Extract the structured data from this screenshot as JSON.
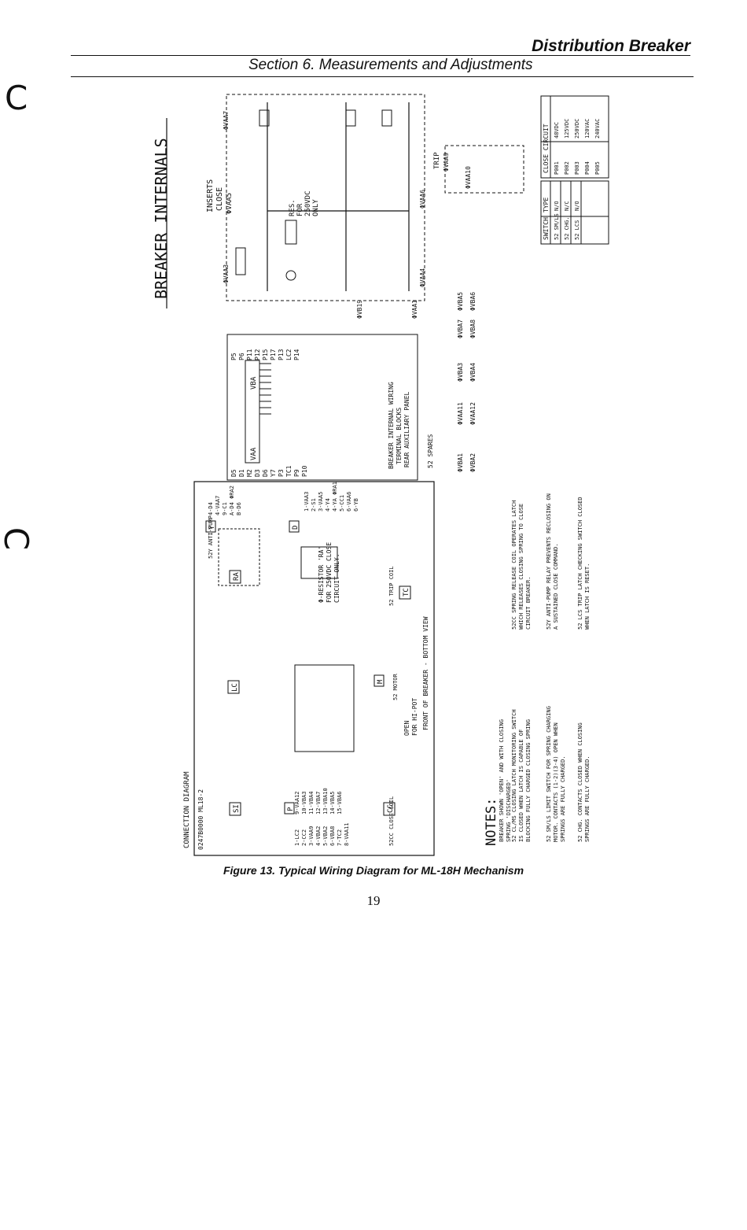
{
  "header": {
    "title": "Distribution Breaker",
    "section": "Section 6.  Measurements and Adjustments"
  },
  "margin_marks": [
    "C",
    "C"
  ],
  "figure": {
    "caption": "Figure 13.  Typical Wiring Diagram for ML-18H Mechanism",
    "page_number": "19",
    "breaker_internals_title": "BREAKER INTERNALS",
    "connection_diagram_title": "CONNECTION DIAGRAM",
    "inserts_label": [
      "INSERTS",
      "CLOSE",
      "ΦVAA5"
    ],
    "terminal_block_caption": [
      "BREAKER INTERNAL WIRING",
      "TERMINAL BLOCKS",
      "REAR AUXILIARY PANEL"
    ],
    "front_label": "FRONT OF BREAKER - BOTTOM VIEW",
    "hipot_label": [
      "OPEN",
      "FOR HI-POT"
    ],
    "doc_number": "0247B0000 ML18-2",
    "spares_label": "52 SPARES",
    "resistor_note": [
      "Φ-RESISTOR 'RA'",
      "FOR 250VDC CLOSE",
      "CIRCUIT ONLY."
    ],
    "res_label": [
      "RES.",
      "FOR",
      "250VDC",
      "ONLY"
    ],
    "coil_labels": [
      "52CC CLOSE COIL",
      "52 TRIP COIL",
      "52 MOTOR",
      "52Y ANTI-PUMP"
    ],
    "lc_block": "LC",
    "si_block": "SI",
    "cc_block": "CC",
    "ra_block": "RA",
    "tc_block": "TC",
    "p_block": "P",
    "d_block": "D",
    "y_block": "Y",
    "m_block": "M",
    "p_list": [
      "1-LC2",
      "2-CC2",
      "3-VAA9",
      "4-VBA2",
      "5-VBA2",
      "6-VBA8",
      "7-TC2",
      "8-VAA11",
      "9-VAA12",
      "10-VBA3",
      "11-VBA4",
      "12-VBA7",
      "13-VBA10",
      "14-VBA5",
      "15-VBA6"
    ],
    "d_list": [
      "1-VAA3",
      "2-S1",
      "3-VAA5",
      "4-Y4",
      "4-YA ΦRA1",
      "5-CC1",
      "6-VAA6",
      "6-YB"
    ],
    "y_list": [
      "4-D4",
      "4-VAA7",
      "9-C1",
      "A-D4 ΦRA2",
      "B-D6"
    ],
    "vaa_labels": [
      "D5",
      "D1",
      "M2",
      "D3",
      "D6",
      "Y7",
      "P3",
      "TC1",
      "P9",
      "P10"
    ],
    "vba_labels": [
      "P5",
      "P6",
      "P11",
      "P12",
      "P15",
      "P17",
      "P13",
      "LC2",
      "P14"
    ],
    "vaa_header": "VAA",
    "vba_header": "VBA",
    "notes_title": "NOTES:",
    "notes": [
      "BREAKER SHOWN 'OPEN' AND WITH CLOSING SPRING 'DISCHARGED'",
      "52 CL/MS  CLOSING LATCH MONITORING SWITCH IS CLOSED WHEN LATCH IS CAPABLE OF BLOCKING FULLY CHARGED CLOSING SPRING",
      "52 SM/LS  LIMIT SWITCH FOR SPRING CHARGING MOTOR. CONTACTS (1-2)(3-4) OPEN WHEN SPRINGS ARE FULLY CHARGED.",
      "52 CHG.  CONTACTS CLOSED WHEN CLOSING SPRINGS ARE FULLY CHARGED.",
      "52CC  SPRING RELEASE COIL OPERATES LATCH WHICH RELEASES CLOSING SPRING TO CLOSE CIRCUIT BREAKER.",
      "52Y  ANTI-PUMP RELAY PREVENTS RECLOSING ON A SUSTAINED CLOSE COMMAND.",
      "52 LCS  TRIP LATCH CHECKING SWITCH CLOSED WHEN LATCH IS RESET."
    ],
    "switch_table": {
      "headers": [
        "SWITCH",
        "TYPE"
      ],
      "rows": [
        [
          "52 SM/LS",
          "N/O"
        ],
        [
          "52 CHG.",
          "N/C"
        ],
        [
          "52 LCS",
          "N/O"
        ]
      ]
    },
    "close_circuit_table": {
      "header": "CLOSE CIRCUIT",
      "rows": [
        [
          "P001",
          "48VDC"
        ],
        [
          "P002",
          "125VDC"
        ],
        [
          "P003",
          "250VDC"
        ],
        [
          "P004",
          "120VAC"
        ],
        [
          "P005",
          "240VAC"
        ]
      ]
    },
    "node_labels": [
      "ΦVAA7",
      "ΦVAA3",
      "ΦVAA6",
      "ΦVAA4",
      "ΦVB19",
      "ΦVAA1",
      "ΦVAA9",
      "ΦVAA10",
      "ΦVBA1",
      "ΦVBA2",
      "ΦVAA11",
      "ΦVAA12",
      "ΦVBA3",
      "ΦVBA4",
      "ΦVBA7",
      "ΦVBA8",
      "ΦVBA5",
      "ΦVBA6"
    ],
    "trip_label": "TRIP"
  }
}
